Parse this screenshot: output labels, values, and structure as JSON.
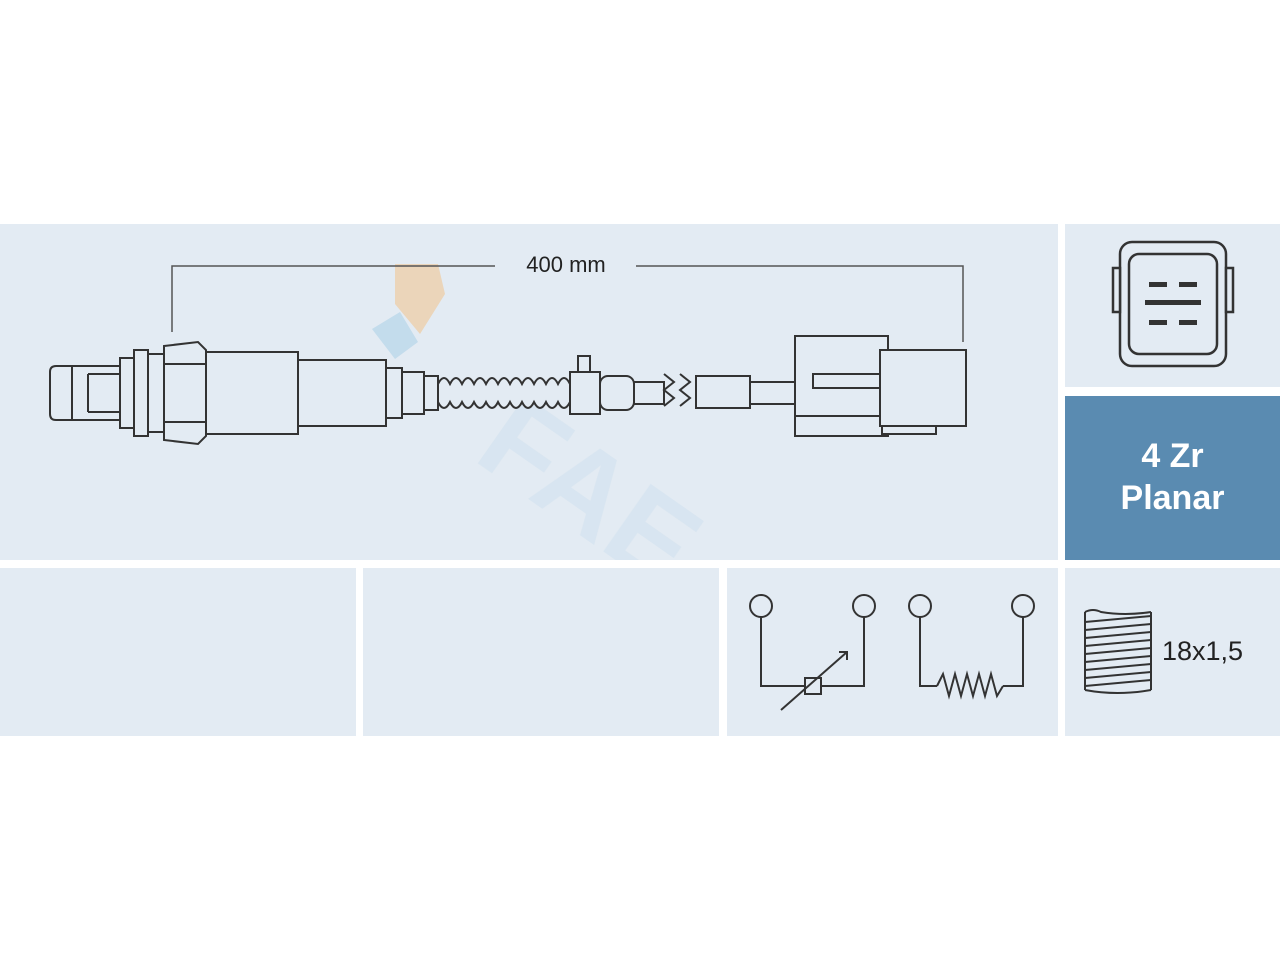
{
  "diagram": {
    "length_label": "400 mm",
    "sensor_type_line1": "4 Zr",
    "sensor_type_line2": "Planar",
    "thread_label": "18x1,5",
    "watermark_text": "FAE",
    "colors": {
      "panel_bg": "#e3ebf3",
      "type_panel_bg": "#5a8bb1",
      "line": "#333333",
      "watermark_orange": "#f2c38a",
      "watermark_blue": "#a9cfe6"
    },
    "icons": [
      "oxygen-sensor-drawing",
      "connector-4-pin-icon",
      "circuit-diagram",
      "thread-icon"
    ]
  }
}
